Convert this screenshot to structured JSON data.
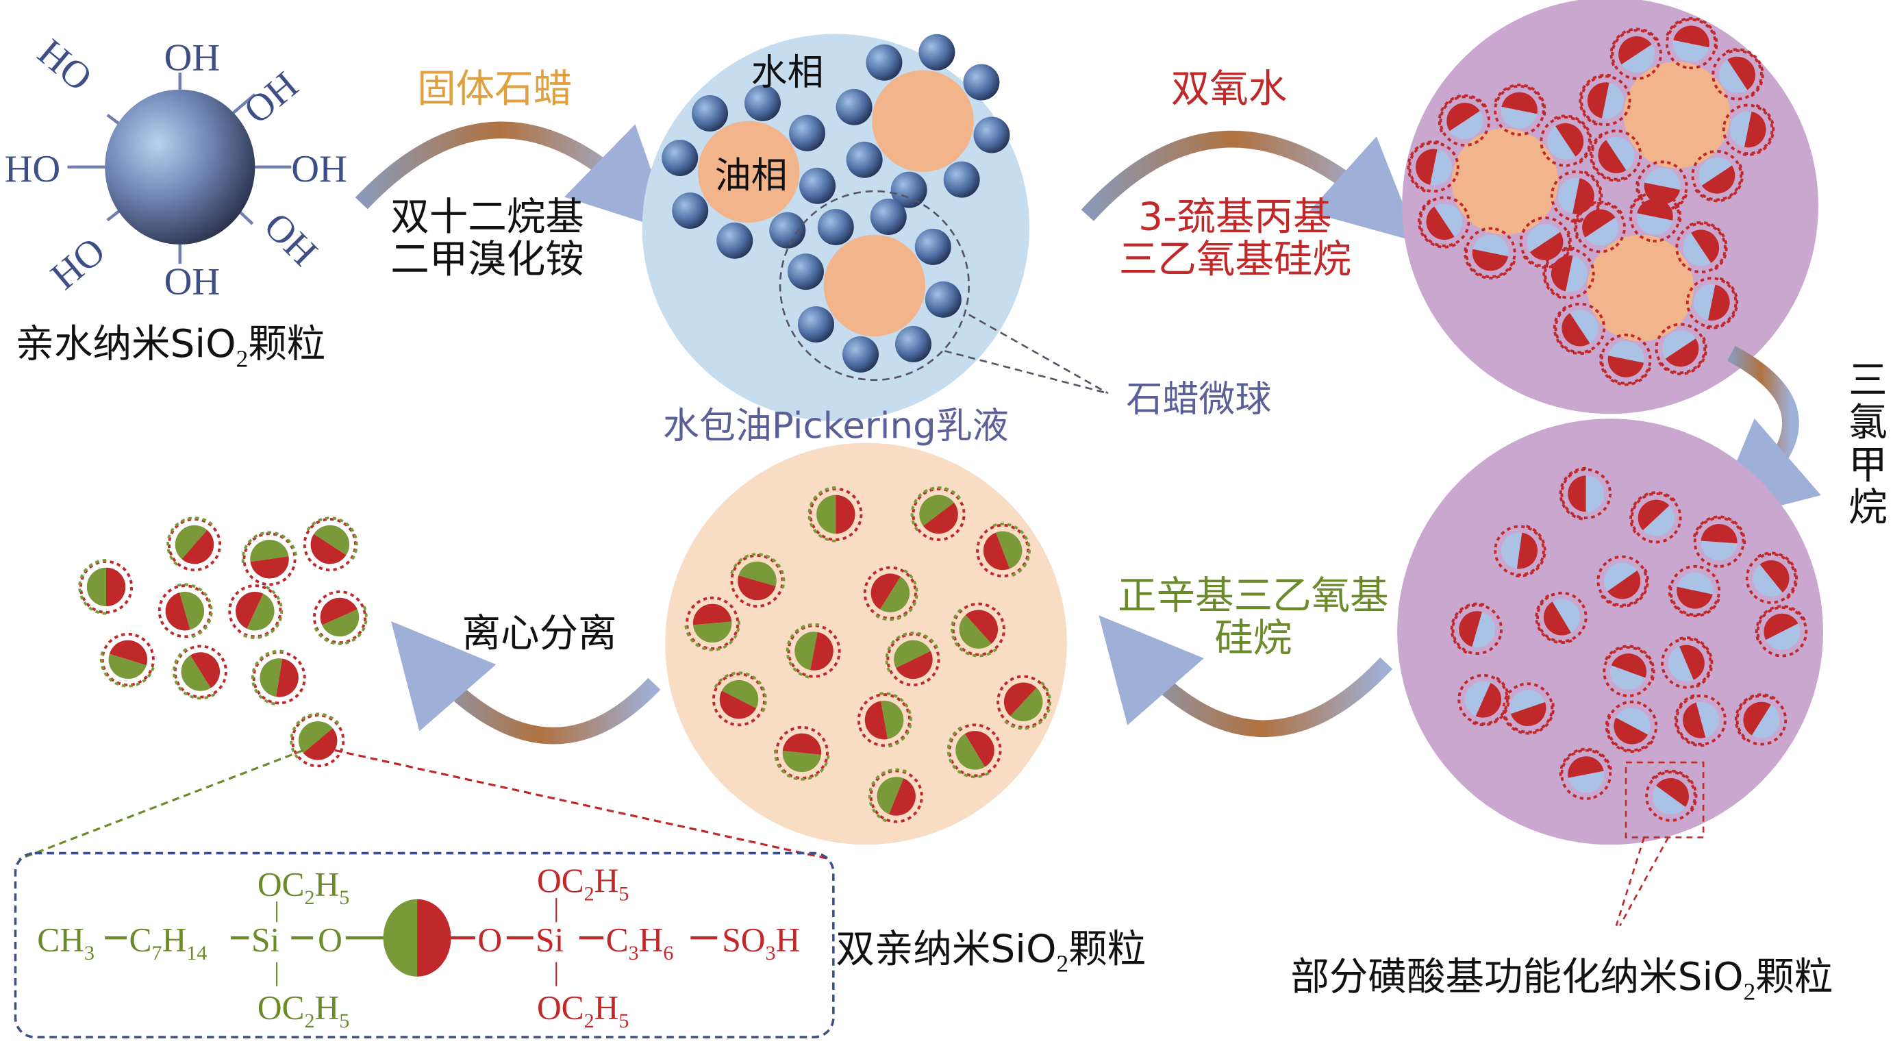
{
  "start": {
    "caption_prefix": "亲水纳米SiO",
    "caption_sub": "2",
    "caption_suffix": "颗粒",
    "group": "OH",
    "group_rev": "HO"
  },
  "step1": {
    "top": "固体石蜡",
    "bottom_1": "双十二烷基",
    "bottom_2": "二甲溴化铵"
  },
  "emulsion": {
    "water": "水相",
    "oil": "油相",
    "caption": "水包油Pickering乳液",
    "callout": "石蜡微球"
  },
  "step2": {
    "top": "双氧水",
    "bottom_1": "3-巯基丙基",
    "bottom_2": "三乙氧基硅烷"
  },
  "step3": {
    "label": [
      "三",
      "氯",
      "甲",
      "烷"
    ]
  },
  "partial": {
    "caption_prefix": "部分磺酸基功能化纳米SiO",
    "caption_sub": "2",
    "caption_suffix": "颗粒"
  },
  "step4": {
    "line_1": "正辛基三乙氧基",
    "line_2": "硅烷"
  },
  "step5": {
    "label": "离心分离"
  },
  "formula": {
    "left": {
      "ch": "CH",
      "ch_sub": "3",
      "c": "C",
      "c_sub": "7",
      "h": "H",
      "h_sub": "14",
      "si": "Si",
      "o": "O"
    },
    "right": {
      "o": "O",
      "si": "Si",
      "c": "C",
      "c_sub": "3",
      "h": "H",
      "h_sub": "6",
      "so": "SO",
      "so_sub": "3",
      "soh": "H"
    },
    "oc": "OC",
    "oc_sub": "2",
    "oc_h": "H",
    "oc_h_sub": "5"
  },
  "amphiphilic": {
    "caption_prefix": "双亲纳米SiO",
    "caption_sub": "2",
    "caption_suffix": "颗粒"
  },
  "colors": {
    "blue_text": "#3d4f86",
    "orange": "#e0a040",
    "red": "#c0282a",
    "green": "#6b8a2a",
    "emulsion_bg": "#c6dcef",
    "purple_bg": "#c9a7cf",
    "peach_bg": "#f8dcc4"
  }
}
